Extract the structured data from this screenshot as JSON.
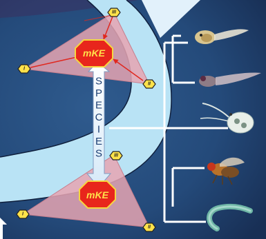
{
  "mke_top": {
    "label": "mKE",
    "inputs": [
      "I",
      "II",
      "III"
    ]
  },
  "mke_bottom": {
    "label": "mKE",
    "inputs": [
      "I",
      "II",
      "III"
    ]
  },
  "species_arrow": {
    "label": "SPECIES"
  },
  "organisms": [
    {
      "icon": "tadpole-icon"
    },
    {
      "icon": "zebrafish-larva-icon"
    },
    {
      "icon": "daphnia-icon"
    },
    {
      "icon": "fruit-fly-icon"
    },
    {
      "icon": "nematode-icon"
    }
  ],
  "colors": {
    "background": "#1f3d6b",
    "band": "#b9e3f5",
    "triangle": "#e6a5b1",
    "mke_fill": "#e8261c",
    "hex_fill": "#ffe24a",
    "bracket": "#ffffff"
  }
}
